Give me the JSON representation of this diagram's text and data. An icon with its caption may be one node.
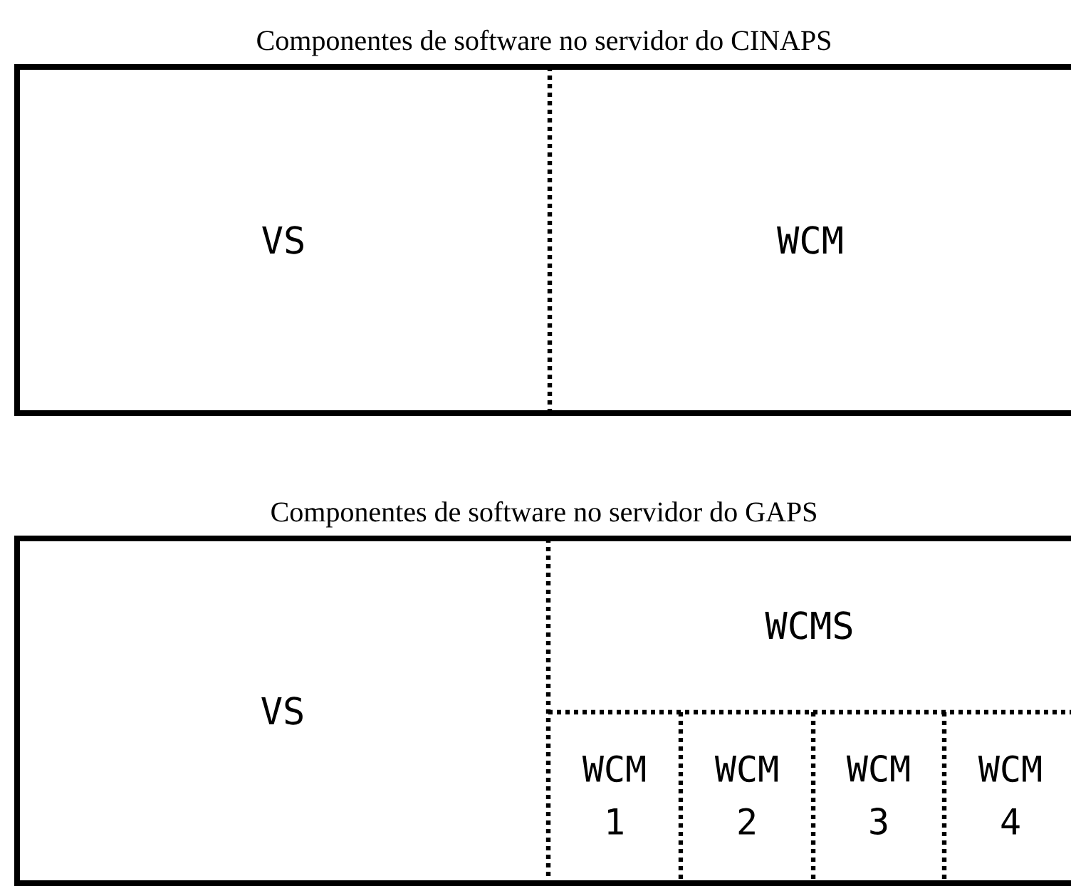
{
  "diagram": {
    "nodes": [
      {
        "text": [
          "Componentes de software no servidor do CINAPS"
        ]
      },
      {
        "text": [
          "VS"
        ],
        "in": 0
      },
      {
        "text": [
          "WCM"
        ],
        "in": 0
      },
      {
        "text": [
          "Componentes de software no servidor do GAPS"
        ]
      },
      {
        "text": [
          "VS"
        ],
        "in": 3
      },
      {
        "text": [
          "WCMS"
        ],
        "in": 3
      },
      {
        "text": [
          "WCM 1"
        ],
        "in": 3
      },
      {
        "text": [
          "WCM 2"
        ],
        "in": 3
      },
      {
        "text": [
          "WCM 3"
        ],
        "in": 3
      },
      {
        "text": [
          "WCM 4"
        ],
        "in": 3
      }
    ],
    "edges": []
  }
}
